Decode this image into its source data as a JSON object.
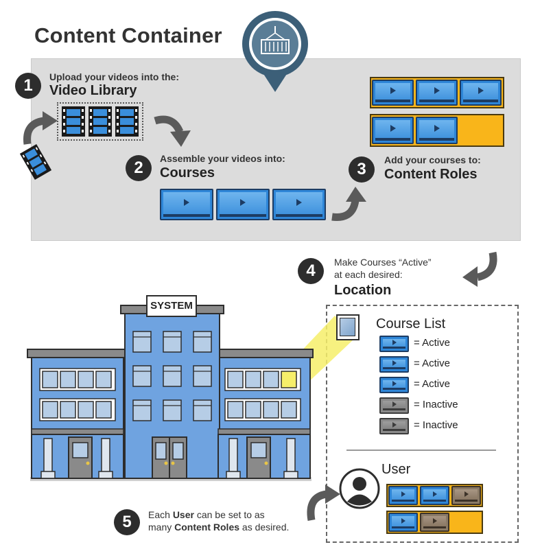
{
  "title": "Content Container",
  "steps": {
    "s1": {
      "num": "1",
      "small": "Upload your videos into the:",
      "big": "Video Library"
    },
    "s2": {
      "num": "2",
      "small": "Assemble your videos into:",
      "big": "Courses"
    },
    "s3": {
      "num": "3",
      "small": "Add your courses to:",
      "big": "Content Roles"
    },
    "s4": {
      "num": "4",
      "small1": "Make Courses “Active”",
      "small2": "at each desired:",
      "big": "Location"
    },
    "s5": {
      "num": "5",
      "line1_pre": "Each ",
      "line1_bold": "User",
      "line1_post": " can be set to as",
      "line2_pre": "many ",
      "line2_bold": "Content Roles",
      "line2_post": " as desired."
    }
  },
  "building": {
    "sign": "SYSTEM"
  },
  "course_list": {
    "title": "Course List",
    "items": [
      {
        "label": "= Active",
        "status": "active"
      },
      {
        "label": "= Active",
        "status": "active"
      },
      {
        "label": "= Active",
        "status": "active"
      },
      {
        "label": "= Inactive",
        "status": "inactive"
      },
      {
        "label": "= Inactive",
        "status": "inactive"
      }
    ]
  },
  "user": {
    "title": "User"
  },
  "colors": {
    "accent_blue": "#2e86d8",
    "role_yellow": "#f9b51a",
    "panel_grey": "#dcdcdc",
    "dark": "#2d2d2d",
    "building_blue": "#6fa3e0"
  },
  "icons": [
    "container-icon",
    "film-strip-icon",
    "curved-arrow-icon",
    "user-avatar-icon",
    "play-icon"
  ]
}
